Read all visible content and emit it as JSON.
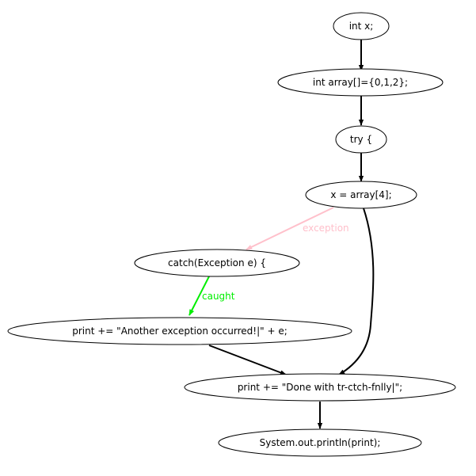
{
  "graph": {
    "nodes": [
      {
        "id": "n1",
        "label": "int x;"
      },
      {
        "id": "n2",
        "label": "int array[]={0,1,2};"
      },
      {
        "id": "n3",
        "label": "try {"
      },
      {
        "id": "n4",
        "label": "x = array[4];"
      },
      {
        "id": "n5",
        "label": "catch(Exception e) {"
      },
      {
        "id": "n6",
        "label": "print += \"Another exception occurred!|\" + e;"
      },
      {
        "id": "n7",
        "label": "print += \"Done with tr-ctch-fnlly|\";"
      },
      {
        "id": "n8",
        "label": "System.out.println(print);"
      }
    ],
    "edges": [
      {
        "from": "n1",
        "to": "n2",
        "label": "",
        "color": "#000000"
      },
      {
        "from": "n2",
        "to": "n3",
        "label": "",
        "color": "#000000"
      },
      {
        "from": "n3",
        "to": "n4",
        "label": "",
        "color": "#000000"
      },
      {
        "from": "n4",
        "to": "n5",
        "label": "exception",
        "color": "#ffc0cb"
      },
      {
        "from": "n4",
        "to": "n7",
        "label": "",
        "color": "#000000"
      },
      {
        "from": "n5",
        "to": "n6",
        "label": "caught",
        "color": "#00ee00"
      },
      {
        "from": "n6",
        "to": "n7",
        "label": "",
        "color": "#000000"
      },
      {
        "from": "n7",
        "to": "n8",
        "label": "",
        "color": "#000000"
      }
    ]
  }
}
